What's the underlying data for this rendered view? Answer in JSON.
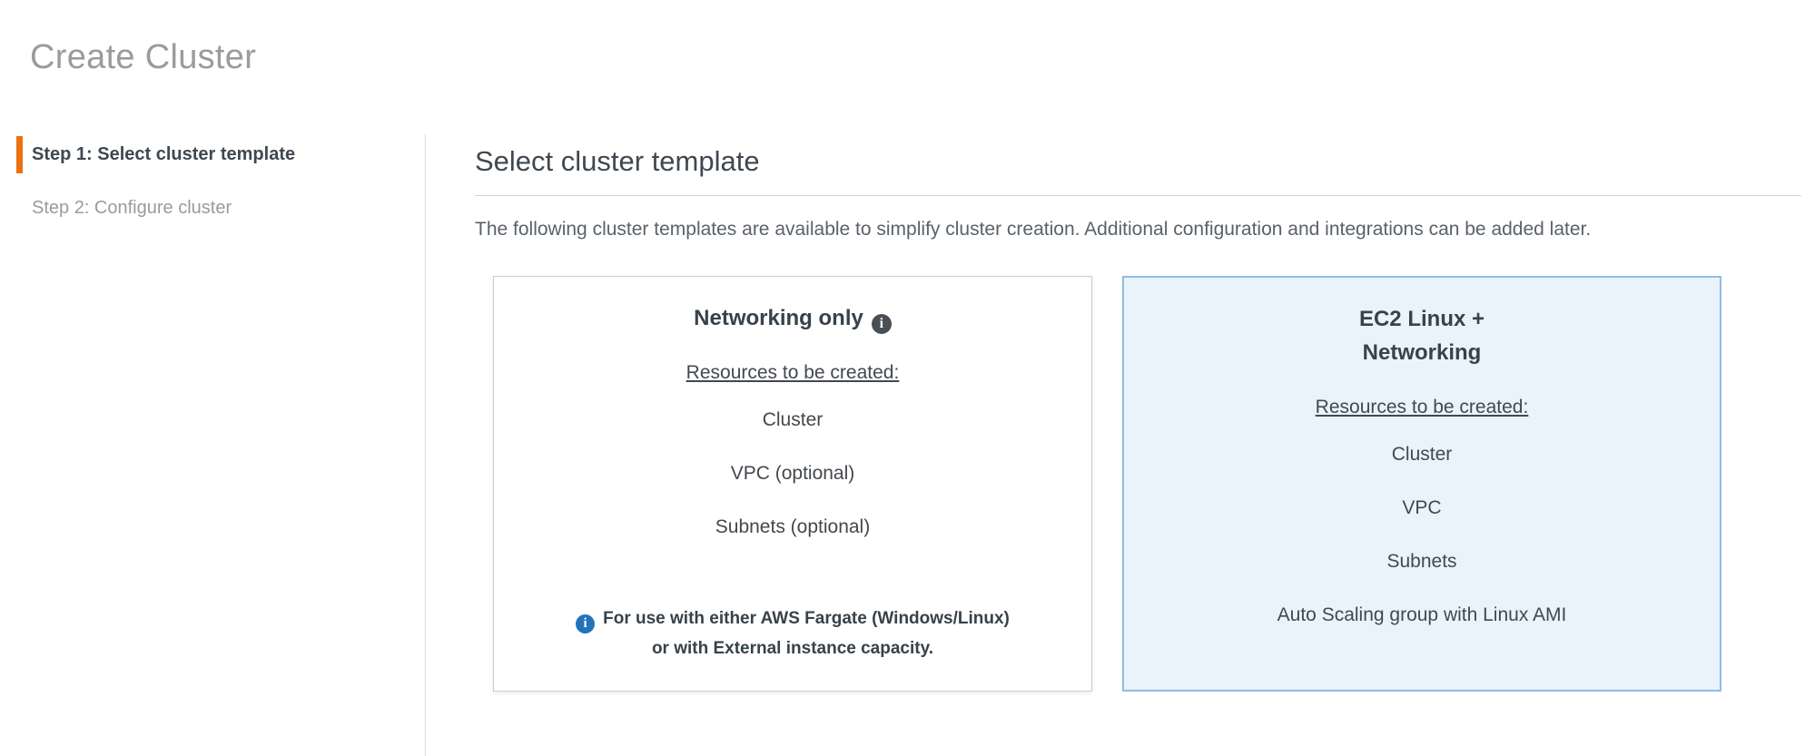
{
  "page": {
    "title": "Create Cluster"
  },
  "wizard": {
    "steps": [
      {
        "label": "Step 1: Select cluster template",
        "active": true
      },
      {
        "label": "Step 2: Configure cluster",
        "active": false
      }
    ]
  },
  "main": {
    "heading": "Select cluster template",
    "description": "The following cluster templates are available to simplify cluster creation. Additional configuration and integrations can be added later.",
    "cards": [
      {
        "title": "Networking only",
        "resources_label": "Resources to be created:",
        "resources": [
          "Cluster",
          "VPC (optional)",
          "Subnets (optional)"
        ],
        "note_line1": "For use with either AWS Fargate (Windows/Linux)",
        "note_line2": "or with External instance capacity.",
        "selected": false
      },
      {
        "title_line1": "EC2 Linux +",
        "title_line2": "Networking",
        "resources_label": "Resources to be created:",
        "resources": [
          "Cluster",
          "VPC",
          "Subnets",
          "Auto Scaling group with Linux AMI"
        ],
        "selected": true
      }
    ]
  },
  "icons": {
    "info_glyph": "i"
  },
  "colors": {
    "accent_orange": "#ec7211",
    "selected_card_bg": "#e9f3fc",
    "selected_card_border": "#8fbde6",
    "info_icon_dark": "#484f56",
    "info_icon_blue": "#2273bb",
    "page_title_gray": "#9b9b9b",
    "text_dark": "#37424a"
  }
}
